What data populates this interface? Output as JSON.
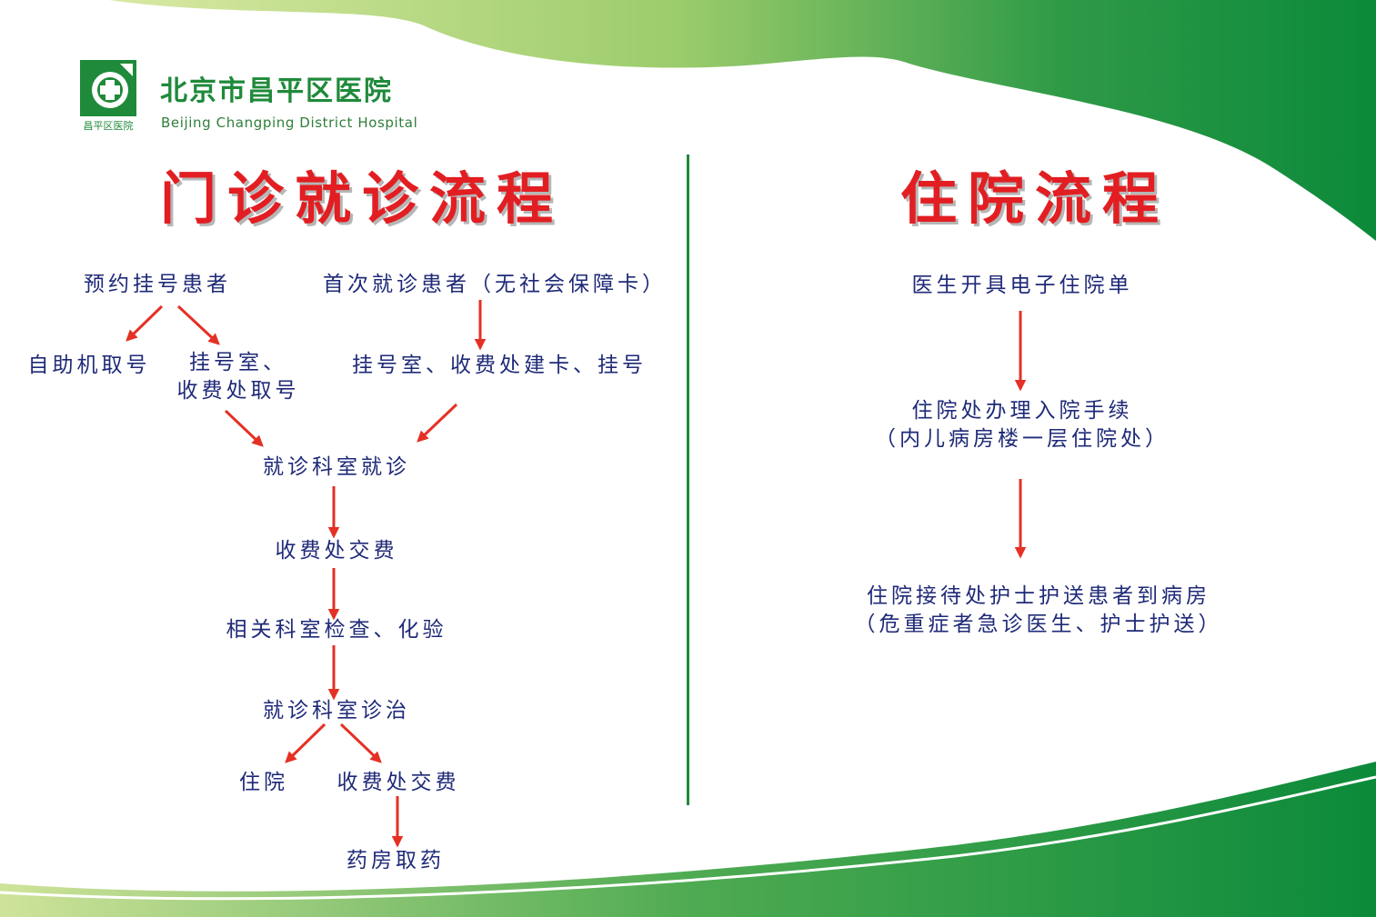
{
  "header": {
    "logo_caption": "昌平区医院",
    "hospital_name_cn": "北京市昌平区医院",
    "hospital_name_en": "Beijing Changping District Hospital"
  },
  "outpatient": {
    "title": "门诊就诊流程",
    "steps": {
      "appointment_patient": "预约挂号患者",
      "first_visit_patient": "首次就诊患者（无社会保障卡）",
      "self_service_ticket": "自助机取号",
      "registration_room_line1": "挂号室、",
      "registration_room_line2": "收费处取号",
      "registration_card": "挂号室、收费处建卡、挂号",
      "department_visit": "就诊科室就诊",
      "payment_1": "收费处交费",
      "examination": "相关科室检查、化验",
      "department_treatment": "就诊科室诊治",
      "hospitalization": "住院",
      "payment_2": "收费处交费",
      "pharmacy": "药房取药"
    }
  },
  "inpatient": {
    "title": "住院流程",
    "steps": {
      "electronic_order": "医生开具电子住院单",
      "admission_line1": "住院处办理入院手续",
      "admission_line2": "（内儿病房楼一层住院处）",
      "escort_line1": "住院接待处护士护送患者到病房",
      "escort_line2": "（危重症者急诊医生、护士护送）"
    }
  },
  "colors": {
    "dark_green": "#0b8a3a",
    "light_green": "#c9e089",
    "title_red": "#e21e22",
    "arrow_red": "#e53024",
    "text_navy": "#1f2a78"
  }
}
